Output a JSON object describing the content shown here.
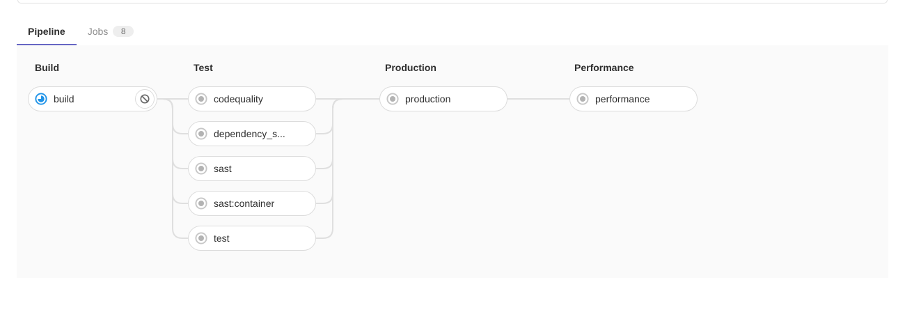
{
  "tabs": [
    {
      "label": "Pipeline",
      "active": true
    },
    {
      "label": "Jobs",
      "badge": "8",
      "active": false
    }
  ],
  "stages": [
    {
      "name": "Build",
      "jobs": [
        {
          "label": "build",
          "status": "running",
          "action": "cancel"
        }
      ]
    },
    {
      "name": "Test",
      "jobs": [
        {
          "label": "codequality",
          "status": "created"
        },
        {
          "label": "dependency_s...",
          "status": "created"
        },
        {
          "label": "sast",
          "status": "created"
        },
        {
          "label": "sast:container",
          "status": "created"
        },
        {
          "label": "test",
          "status": "created"
        }
      ]
    },
    {
      "name": "Production",
      "jobs": [
        {
          "label": "production",
          "status": "created"
        }
      ]
    },
    {
      "name": "Performance",
      "jobs": [
        {
          "label": "performance",
          "status": "created"
        }
      ]
    }
  ],
  "colors": {
    "tab_active_underline": "#6666c4",
    "running_blue": "#1f93e8",
    "created_gray_ring": "#c7c7c7",
    "created_gray_dot": "#b3b3b3",
    "connector_line": "#dfdfdf",
    "graph_background": "#fafafa",
    "pill_border": "#dcdcdc"
  }
}
